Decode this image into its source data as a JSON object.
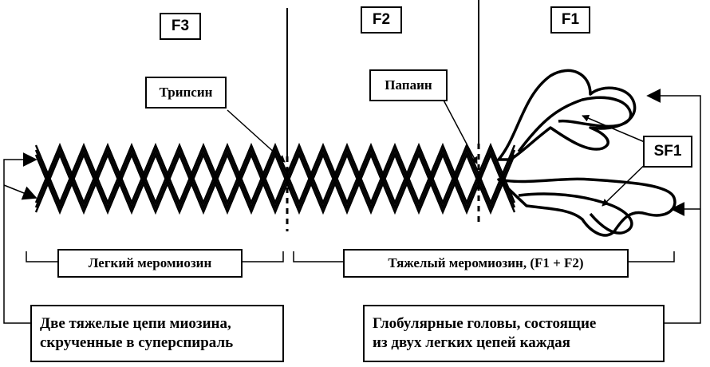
{
  "fragments": {
    "f3": "F3",
    "f2": "F2",
    "f1": "F1",
    "sf1": "SF1"
  },
  "cleavage_sites": {
    "trypsin": "Трипсин",
    "papain": "Папаин"
  },
  "segments": {
    "light": "Легкий меромиозин",
    "heavy": "Тяжелый меромиозин, (F1 + F2)"
  },
  "notes": {
    "tails_line1": "Две тяжелые цепи миозина,",
    "tails_line2": "скрученные в суперспираль",
    "heads_line1": "Глобулярные головы, состоящие",
    "heads_line2": "из двух легких цепей каждая"
  },
  "colors": {
    "ink": "#000000",
    "background": "#ffffff"
  }
}
